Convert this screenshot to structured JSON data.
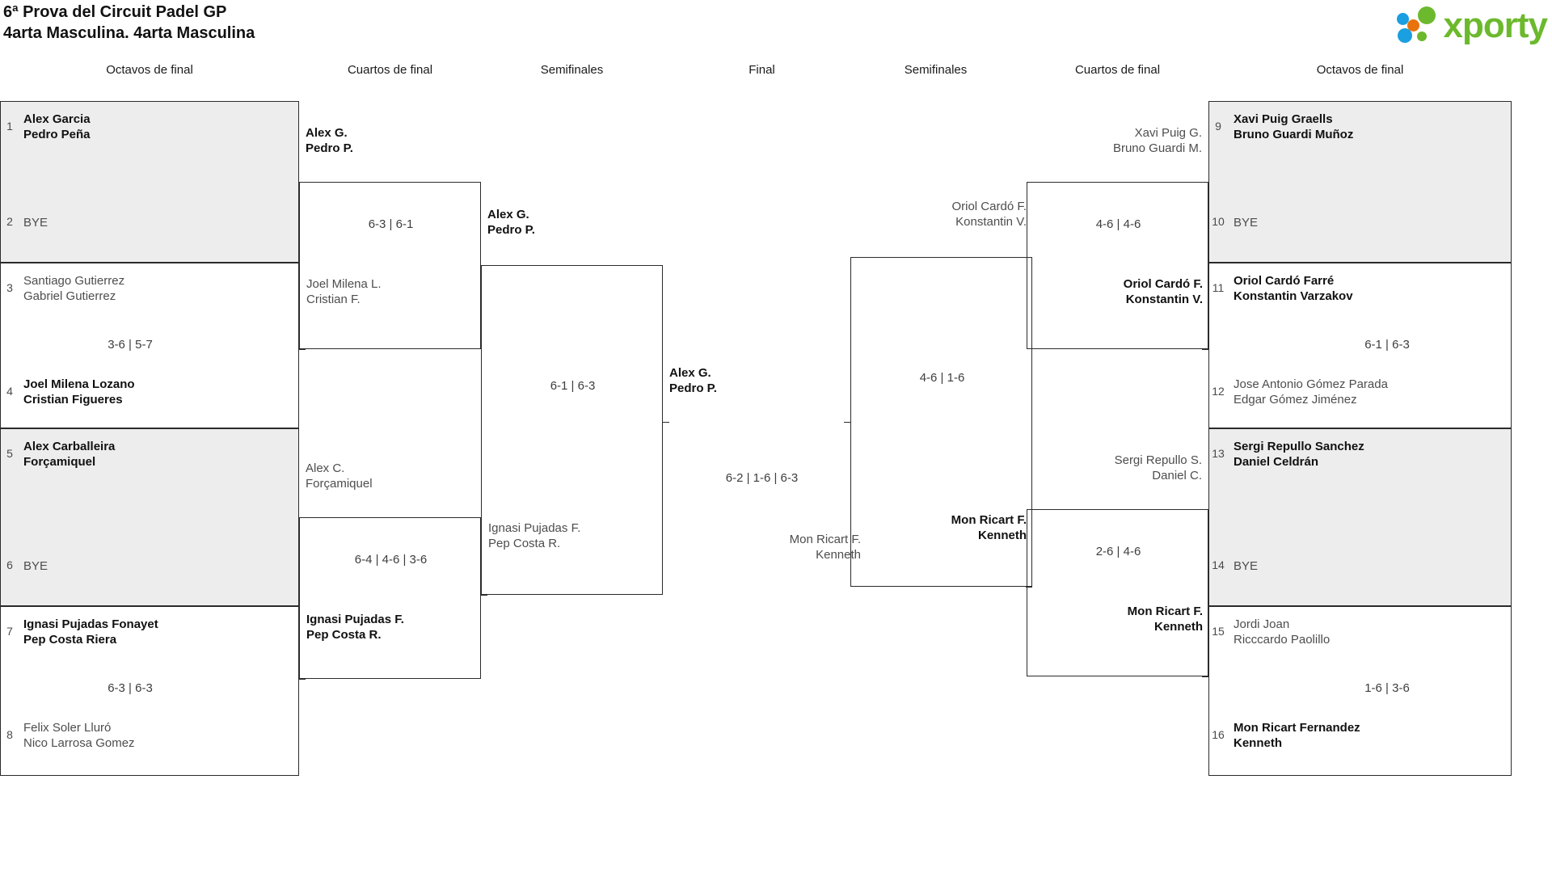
{
  "header": {
    "title_line1": "6ª Prova del Circuit Padel GP",
    "title_line2": "4arta Masculina. 4arta Masculina",
    "logo_word": "xporty",
    "logo_colors": {
      "blue": "#1a9fe0",
      "orange": "#e8730c",
      "green": "#6cb92d"
    }
  },
  "round_headers": {
    "left_r16": "Octavos de final",
    "left_qf": "Cuartos de final",
    "left_sf": "Semifinales",
    "final": "Final",
    "right_sf": "Semifinales",
    "right_qf": "Cuartos de final",
    "right_r16": "Octavos de final"
  },
  "left_r16": [
    {
      "score": "",
      "top": {
        "seed": "1",
        "p1": "Alex Garcia",
        "p2": "Pedro Peña",
        "winner": true
      },
      "bottom": {
        "seed": "2",
        "p1": "BYE",
        "p2": "",
        "winner": false
      }
    },
    {
      "score": "3-6 | 5-7",
      "top": {
        "seed": "3",
        "p1": "Santiago Gutierrez",
        "p2": "Gabriel Gutierrez",
        "winner": false
      },
      "bottom": {
        "seed": "4",
        "p1": "Joel Milena Lozano",
        "p2": "Cristian Figueres",
        "winner": true
      }
    },
    {
      "score": "",
      "top": {
        "seed": "5",
        "p1": "Alex Carballeira",
        "p2": "Forçamiquel",
        "winner": true
      },
      "bottom": {
        "seed": "6",
        "p1": "BYE",
        "p2": "",
        "winner": false
      }
    },
    {
      "score": "6-3 | 6-3",
      "top": {
        "seed": "7",
        "p1": "Ignasi Pujadas Fonayet",
        "p2": "Pep Costa Riera",
        "winner": true
      },
      "bottom": {
        "seed": "8",
        "p1": "Felix Soler Lluró",
        "p2": "Nico Larrosa Gomez",
        "winner": false
      }
    }
  ],
  "right_r16": [
    {
      "score": "",
      "top": {
        "seed": "9",
        "p1": "Xavi Puig Graells",
        "p2": "Bruno Guardi Muñoz",
        "winner": true
      },
      "bottom": {
        "seed": "10",
        "p1": "BYE",
        "p2": "",
        "winner": false
      }
    },
    {
      "score": "6-1 | 6-3",
      "top": {
        "seed": "11",
        "p1": "Oriol Cardó Farré",
        "p2": "Konstantin Varzakov",
        "winner": true
      },
      "bottom": {
        "seed": "12",
        "p1": "Jose Antonio Gómez Parada",
        "p2": "Edgar Gómez Jiménez",
        "winner": false
      }
    },
    {
      "score": "",
      "top": {
        "seed": "13",
        "p1": "Sergi Repullo Sanchez",
        "p2": "Daniel Celdrán",
        "winner": true
      },
      "bottom": {
        "seed": "14",
        "p1": "BYE",
        "p2": "",
        "winner": false
      }
    },
    {
      "score": "1-6 | 3-6",
      "top": {
        "seed": "15",
        "p1": "Jordi Joan",
        "p2": "Ricccardo Paolillo",
        "winner": false
      },
      "bottom": {
        "seed": "16",
        "p1": "Mon Ricart Fernandez",
        "p2": "Kenneth",
        "winner": true
      }
    }
  ],
  "left_qf": [
    {
      "score": "6-3 | 6-1",
      "top": {
        "p1": "Alex G.",
        "p2": "Pedro P.",
        "winner": true
      },
      "bottom": {
        "p1": "Joel Milena L.",
        "p2": "Cristian F.",
        "winner": false
      }
    },
    {
      "score": "6-4 | 4-6 | 3-6",
      "top": {
        "p1": "Alex C.",
        "p2": "Forçamiquel",
        "winner": false
      },
      "bottom": {
        "p1": "Ignasi Pujadas F.",
        "p2": "Pep Costa R.",
        "winner": true
      }
    }
  ],
  "right_qf": [
    {
      "score": "4-6 | 4-6",
      "top": {
        "p1": "Xavi Puig G.",
        "p2": "Bruno Guardi M.",
        "winner": false
      },
      "bottom": {
        "p1": "Oriol Cardó F.",
        "p2": "Konstantin V.",
        "winner": true
      }
    },
    {
      "score": "2-6 | 4-6",
      "top": {
        "p1": "Sergi Repullo S.",
        "p2": "Daniel C.",
        "winner": false
      },
      "bottom": {
        "p1": "Mon Ricart F.",
        "p2": "Kenneth",
        "winner": true
      }
    }
  ],
  "left_sf": {
    "score": "6-1 | 6-3",
    "top": {
      "p1": "Alex G.",
      "p2": "Pedro P.",
      "winner": true
    },
    "bottom": {
      "p1": "Ignasi Pujadas F.",
      "p2": "Pep Costa R.",
      "winner": false
    }
  },
  "right_sf": {
    "score": "4-6 | 1-6",
    "top": {
      "p1": "Oriol Cardó F.",
      "p2": "Konstantin V.",
      "winner": false
    },
    "bottom": {
      "p1": "Mon Ricart F.",
      "p2": "Kenneth",
      "winner": true
    }
  },
  "final": {
    "score": "6-2 | 1-6 | 6-3",
    "top": {
      "p1": "Alex G.",
      "p2": "Pedro P.",
      "winner": true
    },
    "bottom": {
      "p1": "Mon Ricart F.",
      "p2": "Kenneth",
      "winner": false
    }
  }
}
